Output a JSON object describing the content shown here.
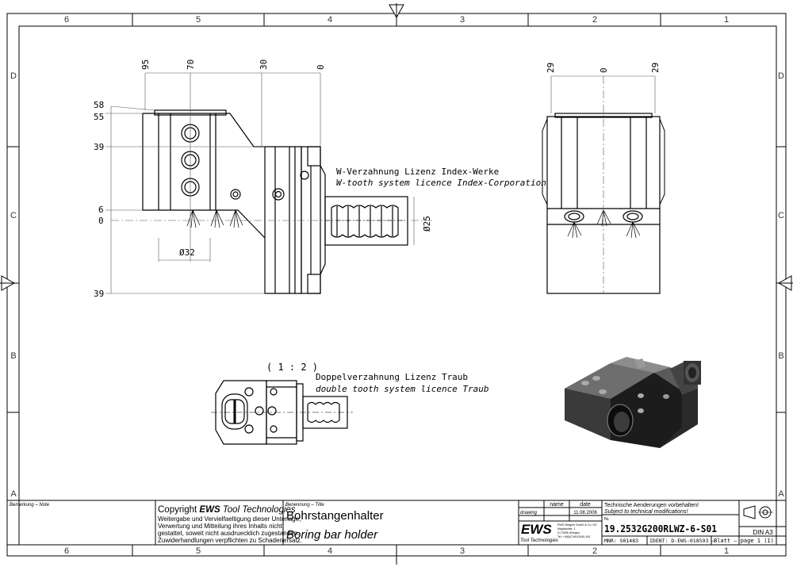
{
  "grid": {
    "columns": [
      "6",
      "5",
      "4",
      "3",
      "2",
      "1"
    ],
    "rows": [
      "D",
      "C",
      "B",
      "A"
    ]
  },
  "front_view": {
    "top_dims": [
      "95",
      "70",
      "30",
      "0"
    ],
    "left_dims": [
      "58",
      "55",
      "39",
      "6",
      "0",
      "39"
    ],
    "dia_32": "Ø32",
    "dia_25": "Ø25",
    "label_de": "W-Verzahnung Lizenz Index-Werke",
    "label_en": "W-tooth system licence Index-Corporation"
  },
  "side_view": {
    "top_dims": [
      "29",
      "0",
      "29"
    ]
  },
  "detail_view": {
    "scale": "( 1 : 2 )",
    "label_de": "Doppelverzahnung Lizenz Traub",
    "label_en": "double tooth system licence Traub"
  },
  "title_block": {
    "remark_label": "Bemerkung – Note",
    "copyright": {
      "prefix": "Copyright ",
      "brand": "EWS",
      "suffix": " Tool Technologies",
      "lines": [
        "Weitergabe und Vervielfaeltigung dieser Unterlage,",
        "Verwertung und Mitteilung ihres Inhalts nicht",
        "gestattet, soweit nicht ausdruecklich zugestanden.",
        "Zuwiderhandlungen verpflichten zu Schadenersatz."
      ]
    },
    "title_label": "Benennung – Title",
    "title_de": "Bohrstangenhalter",
    "title_en": "Boring bar holder",
    "name_header": "name",
    "date_header": "date",
    "drawing_label": "drawing",
    "drawing_date": "11.08.2006",
    "logo": "EWS",
    "logo_sub": "Tool Technologies",
    "company_lines": [
      "EWS Weigele GmbH & Co. KG",
      "Maybachstr. 1",
      "D-73095 Uhingen",
      "Tel. +49(0)7161/3040-100"
    ],
    "change_de": "Technische Aenderungen vorbehalten!",
    "change_en": "Subject to technical modifications!",
    "nr_label": "Nr.",
    "part_number": "19.2532G200RLWZ-6-S01",
    "mnr": "MNR: S01483",
    "ident": "IDENT: D-EWS-018593 –",
    "sheet_page": "Blatt – page  1 (1)",
    "format": "DIN A3"
  }
}
